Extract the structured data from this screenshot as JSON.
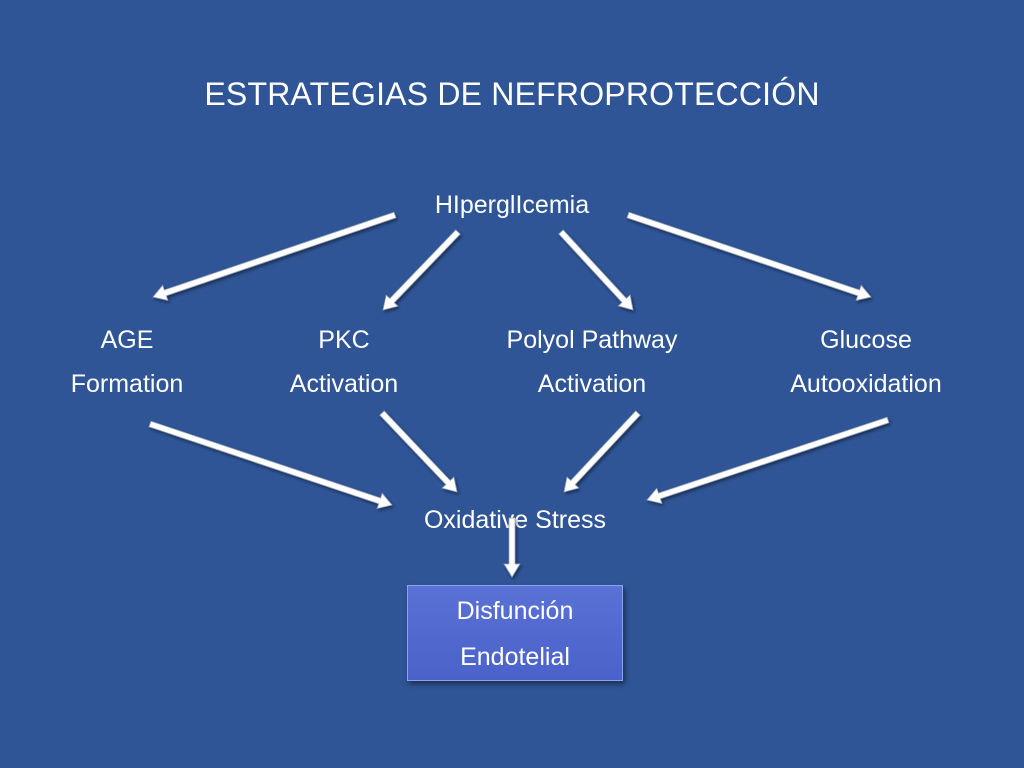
{
  "slide": {
    "title": "ESTRATEGIAS DE NEFROPROTECCIÓN"
  },
  "diagram": {
    "root": "HIperglIcemia",
    "pathways": [
      {
        "line1": "AGE",
        "line2": "Formation"
      },
      {
        "line1": "PKC",
        "line2": "Activation"
      },
      {
        "line1": "Polyol Pathway",
        "line2": "Activation"
      },
      {
        "line1": "Glucose",
        "line2": "Autooxidation"
      }
    ],
    "convergence": "Oxidative Stress",
    "outcome": {
      "line1": "Disfunción",
      "line2": "Endotelial"
    }
  },
  "colors": {
    "background": "#2f5597",
    "text": "#ffffff",
    "arrow": "#ffffff",
    "outcome_box": "#5068cf"
  }
}
